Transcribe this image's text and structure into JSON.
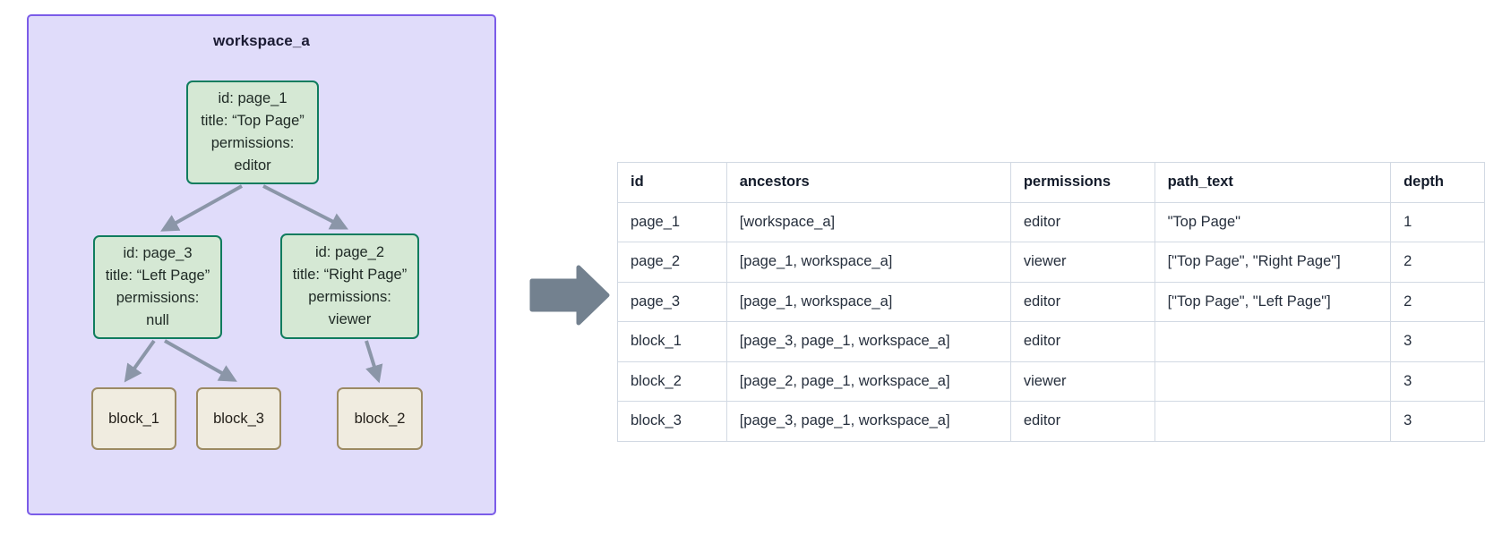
{
  "workspace": {
    "title": "workspace_a",
    "container_bg": "#e0dcfa",
    "container_border": "#7b5ce8",
    "page_node_bg": "#d5e8d4",
    "page_node_border": "#107c5e",
    "block_node_bg": "#f0ece0",
    "block_node_border": "#9c8a63",
    "connector_color": "#8b96a8",
    "nodes": [
      {
        "key": "page_1",
        "type": "page",
        "line1": "id: page_1",
        "line2": "title: “Top Page”",
        "line3": "permissions:",
        "line4": "editor"
      },
      {
        "key": "page_3",
        "type": "page",
        "line1": "id: page_3",
        "line2": "title: “Left Page”",
        "line3": "permissions:",
        "line4": "null"
      },
      {
        "key": "page_2",
        "type": "page",
        "line1": "id: page_2",
        "line2": "title: “Right Page”",
        "line3": "permissions:",
        "line4": "viewer"
      },
      {
        "key": "block_1",
        "type": "block",
        "label": "block_1"
      },
      {
        "key": "block_3",
        "type": "block",
        "label": "block_3"
      },
      {
        "key": "block_2",
        "type": "block",
        "label": "block_2"
      }
    ],
    "edges": [
      {
        "from": "page_1",
        "to": "page_3"
      },
      {
        "from": "page_1",
        "to": "page_2"
      },
      {
        "from": "page_3",
        "to": "block_1"
      },
      {
        "from": "page_3",
        "to": "block_3"
      },
      {
        "from": "page_2",
        "to": "block_2"
      }
    ]
  },
  "flow_arrow": {
    "direction": "right",
    "color": "#73818f"
  },
  "table": {
    "columns": [
      "id",
      "ancestors",
      "permissions",
      "path_text",
      "depth"
    ],
    "rows": [
      {
        "id": "page_1",
        "ancestors": "[workspace_a]",
        "permissions": "editor",
        "path_text": "\"Top Page\"",
        "depth": "1"
      },
      {
        "id": "page_2",
        "ancestors": "[page_1, workspace_a]",
        "permissions": "viewer",
        "path_text": "[\"Top Page\", \"Right Page\"]",
        "depth": "2"
      },
      {
        "id": "page_3",
        "ancestors": "[page_1, workspace_a]",
        "permissions": "editor",
        "path_text": "[\"Top Page\", \"Left Page\"]",
        "depth": "2"
      },
      {
        "id": "block_1",
        "ancestors": "[page_3, page_1, workspace_a]",
        "permissions": "editor",
        "path_text": "",
        "depth": "3"
      },
      {
        "id": "block_2",
        "ancestors": "[page_2, page_1, workspace_a]",
        "permissions": "viewer",
        "path_text": "",
        "depth": "3"
      },
      {
        "id": "block_3",
        "ancestors": "[page_3, page_1, workspace_a]",
        "permissions": "editor",
        "path_text": "",
        "depth": "3"
      }
    ]
  }
}
